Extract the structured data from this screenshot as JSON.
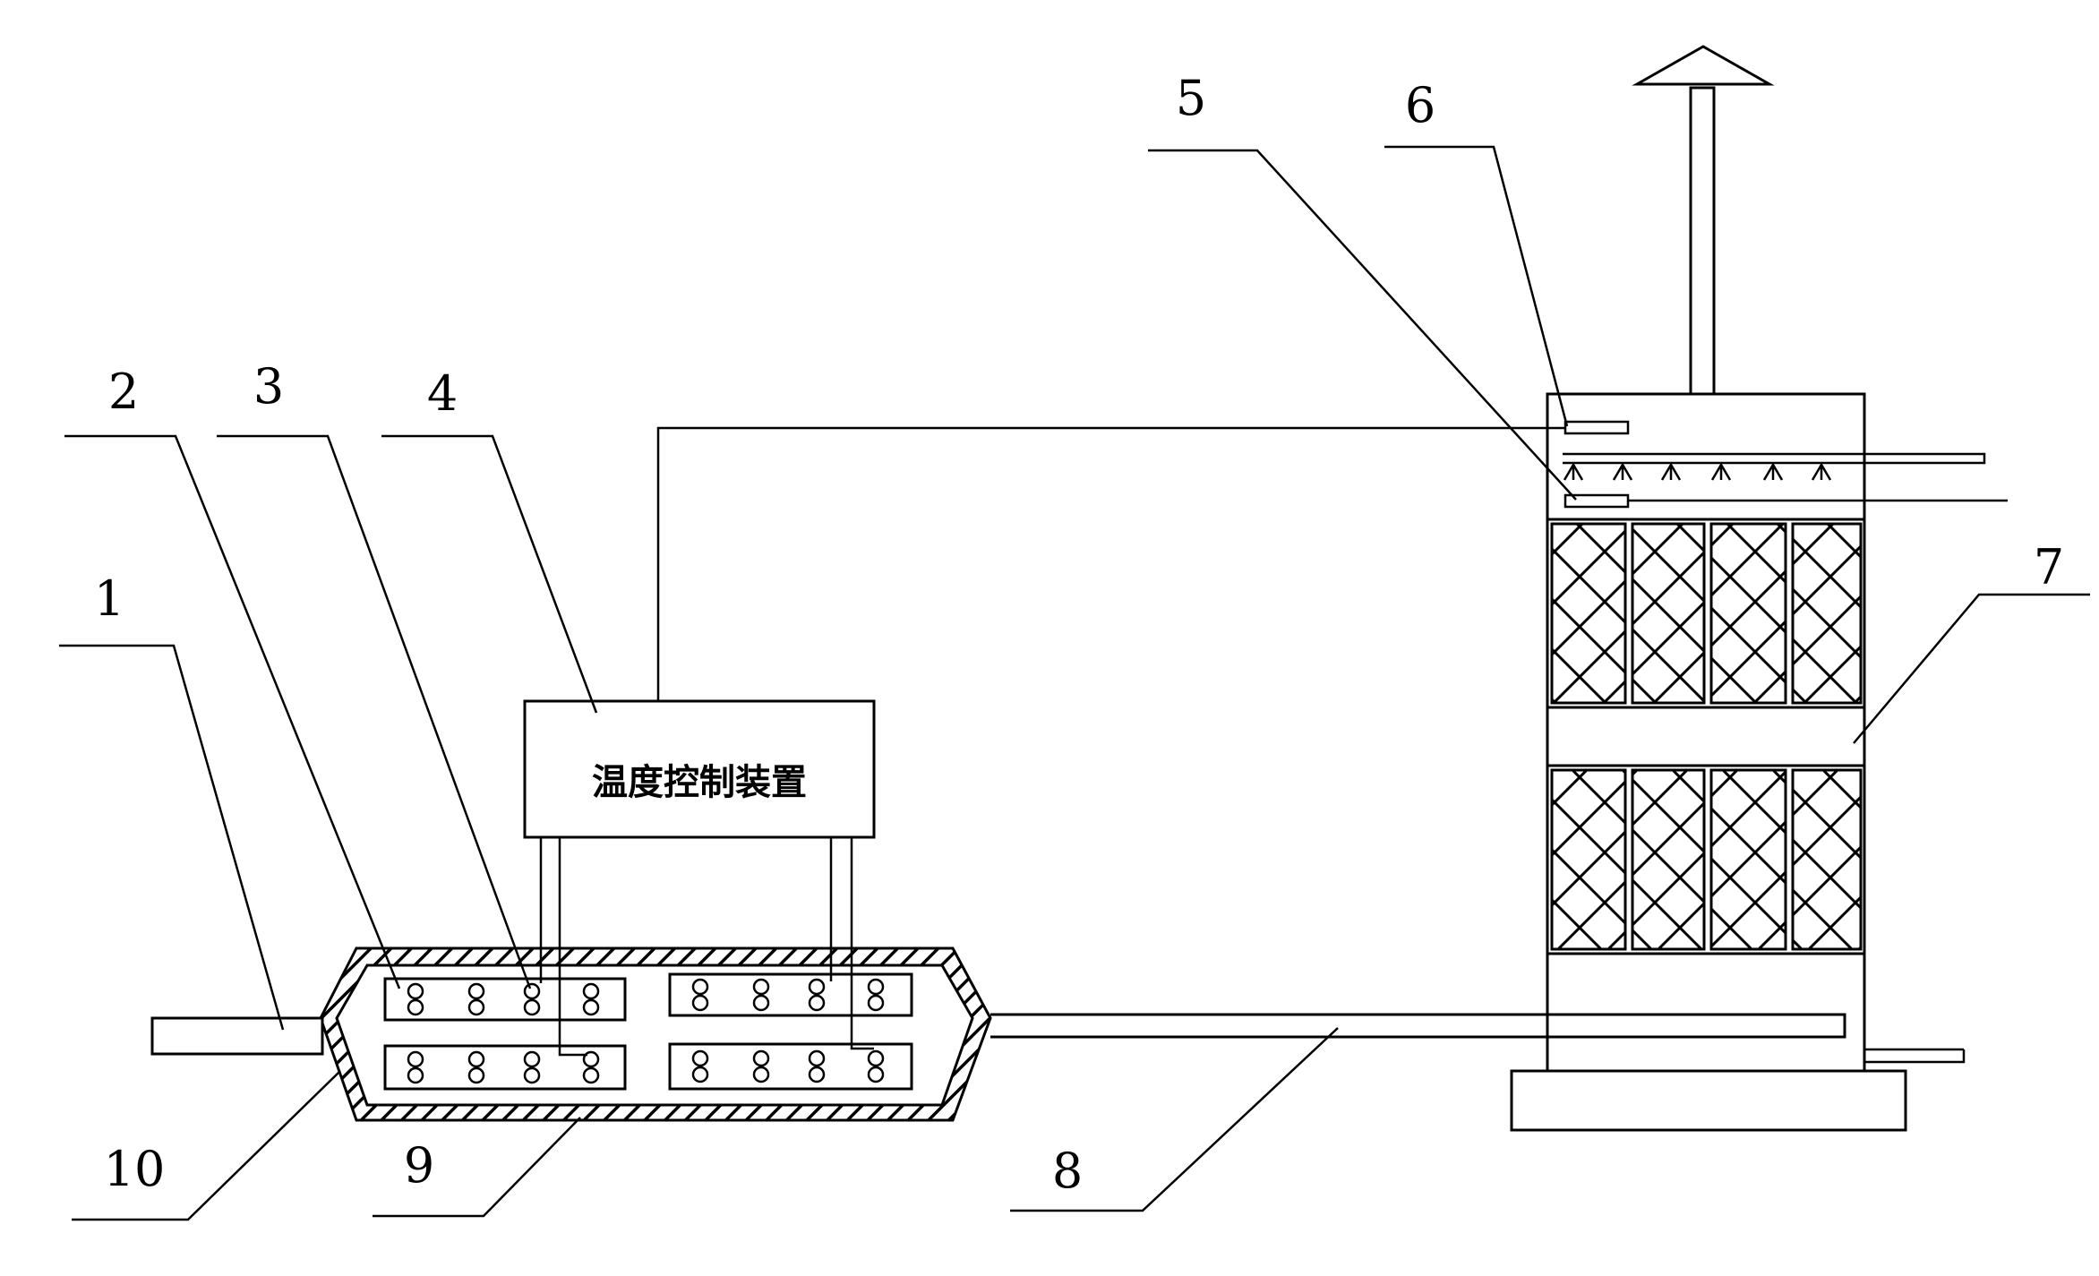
{
  "labels": {
    "n1": "1",
    "n2": "2",
    "n3": "3",
    "n4": "4",
    "n5": "5",
    "n6": "6",
    "n7": "7",
    "n8": "8",
    "n9": "9",
    "n10": "10"
  },
  "control_box": {
    "text": "温度控制装置"
  }
}
